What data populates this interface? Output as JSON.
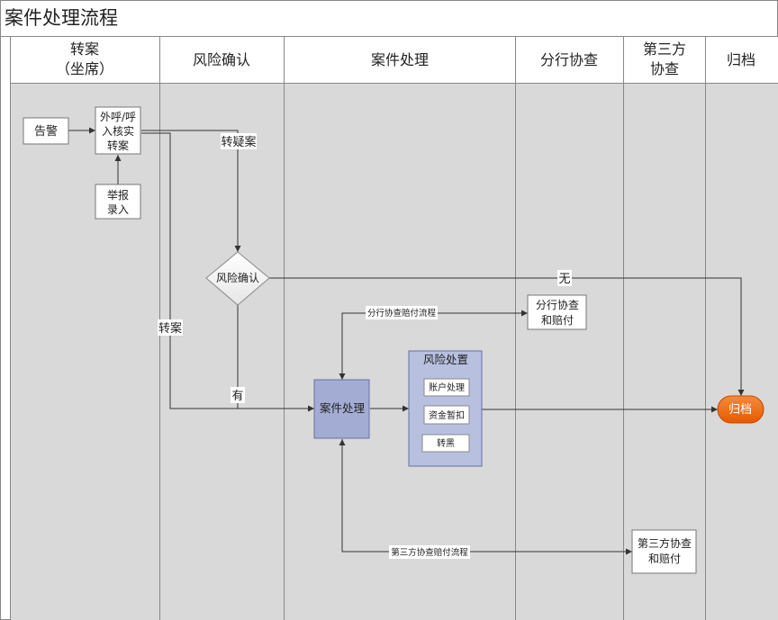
{
  "title": "案件处理流程",
  "lanes": [
    {
      "line1": "转案",
      "line2": "（坐席）"
    },
    {
      "line1": "风险确认",
      "line2": ""
    },
    {
      "line1": "案件处理",
      "line2": ""
    },
    {
      "line1": "分行协查",
      "line2": ""
    },
    {
      "line1": "第三方",
      "line2": "协查"
    },
    {
      "line1": "归档",
      "line2": ""
    }
  ],
  "nodes": {
    "alarm": "告警",
    "call_verify": {
      "l1": "外呼/呼",
      "l2": "入核实",
      "l3": "转案"
    },
    "report_entry": {
      "l1": "举报",
      "l2": "录入"
    },
    "risk_confirm": "风险确认",
    "case_handling": "案件处理",
    "risk_disposal": {
      "title": "风险处置",
      "items": [
        "账户处理",
        "资金暂扣",
        "转黑"
      ]
    },
    "branch_compensation": {
      "l1": "分行协查",
      "l2": "和赔付"
    },
    "third_party_compensation": {
      "l1": "第三方协查",
      "l2": "和赔付"
    },
    "archive": "归档"
  },
  "edge_labels": {
    "suspect_transfer": "转疑案",
    "transfer_case": "转案",
    "has_risk": "有",
    "no_risk": "无",
    "branch_flow": "分行协查赔付流程",
    "third_party_flow": "第三方协查赔付流程"
  },
  "colors": {
    "header_bg": "#ffffff",
    "lane_bg": "#d9d9d9",
    "case_box": "#a3acd3",
    "disposal_box": "#b8c0e0",
    "archive_fill": "#f06a0f"
  }
}
